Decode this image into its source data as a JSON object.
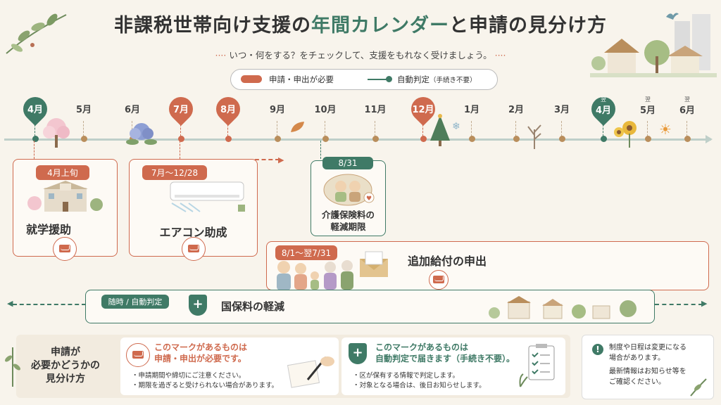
{
  "header": {
    "title_part1": "非課税世帯向け支援の",
    "title_part2": "年間カレンダー",
    "title_part3": "と申請の見分け方",
    "subtitle": "いつ・何をする？をチェックして、支援をもれなく受けましょう。"
  },
  "legend": {
    "apply_label": "申請・申出が必要",
    "auto_label": "自動判定",
    "auto_note": "（手続き不要）"
  },
  "months": [
    {
      "label": "4月",
      "prefix": "",
      "style": "green"
    },
    {
      "label": "5月",
      "prefix": "",
      "style": "plain"
    },
    {
      "label": "6月",
      "prefix": "",
      "style": "plain"
    },
    {
      "label": "7月",
      "prefix": "",
      "style": "orange"
    },
    {
      "label": "8月",
      "prefix": "",
      "style": "orange"
    },
    {
      "label": "9月",
      "prefix": "",
      "style": "plain"
    },
    {
      "label": "10月",
      "prefix": "",
      "style": "plain"
    },
    {
      "label": "11月",
      "prefix": "",
      "style": "plain"
    },
    {
      "label": "12月",
      "prefix": "",
      "style": "orange"
    },
    {
      "label": "1月",
      "prefix": "",
      "style": "plain"
    },
    {
      "label": "2月",
      "prefix": "",
      "style": "plain"
    },
    {
      "label": "3月",
      "prefix": "",
      "style": "plain"
    },
    {
      "label": "4月",
      "prefix": "翌",
      "style": "green"
    },
    {
      "label": "5月",
      "prefix": "翌",
      "style": "plain"
    },
    {
      "label": "6月",
      "prefix": "翌",
      "style": "plain"
    }
  ],
  "cards": {
    "school": {
      "tag": "4月上旬",
      "title": "就学援助"
    },
    "aircon": {
      "tag": "7月〜12/28",
      "title": "エアコン助成"
    },
    "care": {
      "tag": "8/31",
      "title_line1": "介護保険料の",
      "title_line2": "軽減期限"
    },
    "extra": {
      "tag": "8/1〜翌7/31",
      "title": "追加給付の申出"
    },
    "nhi": {
      "tag": "随時 / 自動判定",
      "title": "国保料の軽減"
    }
  },
  "bottom": {
    "heading_line1": "申請が",
    "heading_line2": "必要かどうかの",
    "heading_line3": "見分け方",
    "apply_panel": {
      "line1": "このマークがあるものは",
      "line2": "申請・申出が必要です。",
      "bullet1": "・申請期間や締切にご注意ください。",
      "bullet2": "・期限を過ぎると受けられない場合があります。"
    },
    "auto_panel": {
      "line1": "このマークがあるものは",
      "line2": "自動判定で届きます（手続き不要）。",
      "bullet1": "・区が保有する情報で判定します。",
      "bullet2": "・対象となる場合は、後日お知らせします。"
    },
    "note": {
      "line1": "制度や日程は変更になる",
      "line2": "場合があります。",
      "line3": "最新情報はお知らせ等を",
      "line4": "ご確認ください。"
    }
  },
  "colors": {
    "orange": "#cf6a4e",
    "green": "#3f7a66",
    "tan": "#b98e5c",
    "background": "#f8f4ec"
  }
}
